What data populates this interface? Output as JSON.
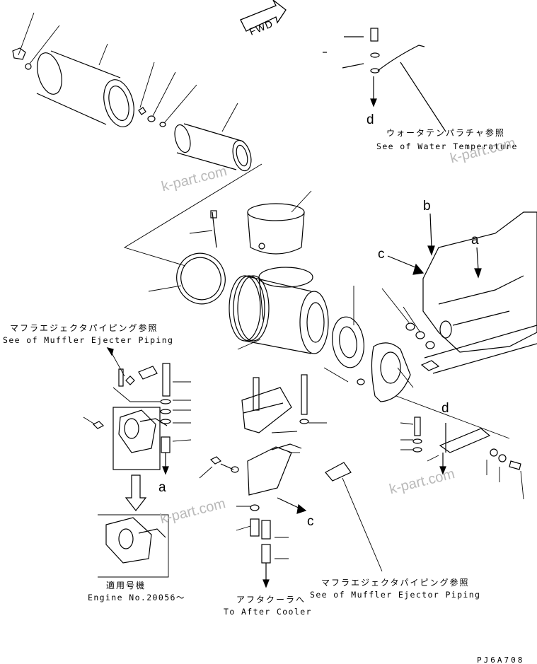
{
  "diagram": {
    "fwd_label": "FWD",
    "callouts": {
      "water_temp_jp": "ウォータテンパラチャ参照",
      "water_temp_en": "See of Water Temperature",
      "muffler_ejecter_jp": "マフラエジェクタパイピング参照",
      "muffler_ejecter_en": "See of Muffler Ejecter Piping",
      "muffler_ejector_jp": "マフラエジェクタパイピング参照",
      "muffler_ejector_en": "See of Muffler Ejector Piping",
      "applicable_jp": "適用号機",
      "engine_no": "Engine No.20056～",
      "aftercooler_jp": "アフタクーラへ",
      "aftercooler_en": "To After Cooler"
    },
    "refs": {
      "a1": "a",
      "a2": "a",
      "b": "b",
      "c1": "c",
      "c2": "c",
      "d1": "d",
      "d2": "d"
    },
    "drawing_code": "PJ6A708",
    "watermarks": [
      "k-part.com",
      "k-part.com",
      "k-part.com",
      "k-part.com"
    ],
    "colors": {
      "line": "#000000",
      "watermark": "#b9b9b9"
    }
  }
}
